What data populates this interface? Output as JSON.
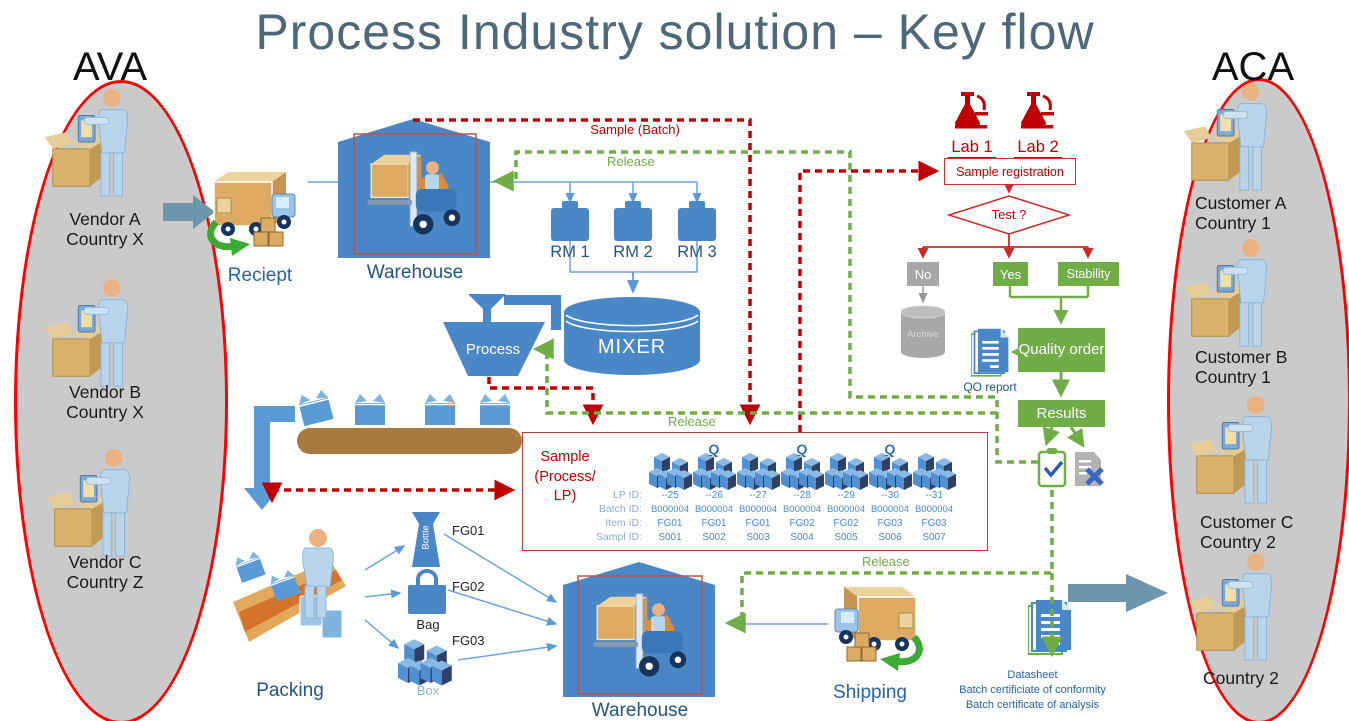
{
  "title": "Process Industry solution – Key flow",
  "groups": {
    "vendors": {
      "label": "AVA",
      "items": [
        {
          "line1": "Vendor A",
          "line2": "Country X"
        },
        {
          "line1": "Vendor B",
          "line2": "Country X"
        },
        {
          "line1": "Vendor C",
          "line2": "Country Z"
        }
      ]
    },
    "customers": {
      "label": "ACA",
      "items": [
        {
          "line1": "Customer A",
          "line2": "Country 1"
        },
        {
          "line1": "Customer B",
          "line2": "Country 1"
        },
        {
          "line1": "Customer C",
          "line2": "Country 2"
        },
        {
          "line1": "Country 2",
          "line2": ""
        }
      ]
    }
  },
  "nodes": {
    "receipt": "Reciept",
    "warehouse_in": "Warehouse",
    "rm1": "RM 1",
    "rm2": "RM 2",
    "rm3": "RM 3",
    "mixer": "MIXER",
    "process": "Process",
    "packing": "Packing",
    "warehouse_out": "Warehouse",
    "shipping": "Shipping"
  },
  "products": {
    "fg1": {
      "id": "FG01",
      "shape": "Bottle"
    },
    "fg2": {
      "id": "FG02",
      "shape": "Bag"
    },
    "fg3": {
      "id": "FG03",
      "shape": "Box"
    }
  },
  "lab": {
    "lab1": "Lab 1",
    "lab2": "Lab 2",
    "registration": "Sample registration",
    "test": "Test ?",
    "no": "No",
    "yes": "Yes",
    "stability": "Stability",
    "archive": "Archive",
    "quality_order": "Quality order",
    "qo_report": "QO report",
    "results": "Results"
  },
  "flow_labels": {
    "sample_batch": "Sample (Batch)",
    "release_top": "Release",
    "release_mid": "Release",
    "release_ship": "Release"
  },
  "sample_table": {
    "title_lines": [
      "Sample",
      "(Process/",
      "LP)"
    ],
    "q": "Q",
    "row_labels": [
      "LP ID:",
      "Batch ID:",
      "Item ID:",
      "Sampl ID:"
    ],
    "columns": [
      {
        "lp": "--25",
        "batch": "B000004",
        "item": "FG01",
        "sample": "S001"
      },
      {
        "lp": "--26",
        "batch": "B000004",
        "item": "FG01",
        "sample": "S002"
      },
      {
        "lp": "--27",
        "batch": "B000004",
        "item": "FG01",
        "sample": "S003"
      },
      {
        "lp": "--28",
        "batch": "B000004",
        "item": "FG02",
        "sample": "S004"
      },
      {
        "lp": "--29",
        "batch": "B000004",
        "item": "FG02",
        "sample": "S005"
      },
      {
        "lp": "--30",
        "batch": "B000004",
        "item": "FG03",
        "sample": "S006"
      },
      {
        "lp": "--31",
        "batch": "B000004",
        "item": "FG03",
        "sample": "S007"
      }
    ]
  },
  "documents": {
    "line1": "Datasheet",
    "line2": "Batch certificiate of conformity",
    "line3": "Batch certificate of analysis"
  },
  "colors": {
    "red": "#c00000",
    "green": "#70ad47",
    "blue": "#5b9bd5",
    "gray": "#a6a6a6",
    "brown": "#a97a3f",
    "teal": "#6d95ac"
  }
}
